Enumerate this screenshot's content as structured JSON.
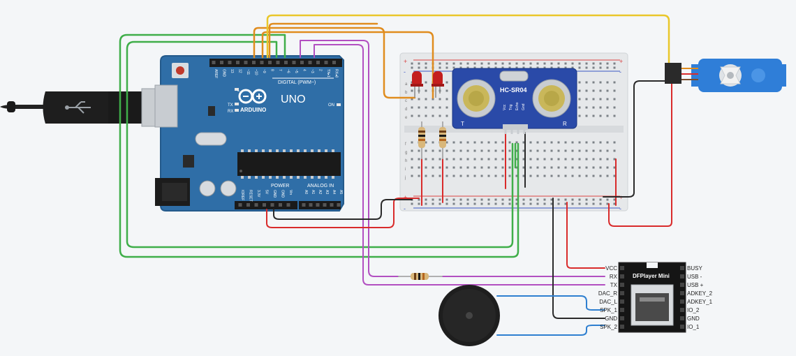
{
  "arduino": {
    "brand_wordmark": "ARDUINO",
    "model": "UNO",
    "digital_header": "DIGITAL (PWM~)",
    "digital_pins": [
      "AREF",
      "GND",
      "13",
      "12",
      "~11",
      "~10",
      "~9",
      "8",
      "7",
      "~6",
      "~5",
      "4",
      "~3",
      "2",
      "TX▸1",
      "RX◂0"
    ],
    "tx_label": "TX",
    "rx_label": "RX",
    "l_label": "L",
    "on_label": "ON",
    "power_header": "POWER",
    "analog_header": "ANALOG IN",
    "power_pins": [
      "IOREF",
      "RESET",
      "3.3V",
      "5V",
      "GND",
      "GND",
      "Vin"
    ],
    "analog_pins": [
      "A0",
      "A1",
      "A2",
      "A3",
      "A4",
      "A5"
    ]
  },
  "sensor": {
    "model": "HC-SR04",
    "pins": [
      "Vcc",
      "Trig",
      "Echo",
      "Gnd"
    ],
    "left_mark": "T",
    "right_mark": "R"
  },
  "breadboard": {
    "plus": "+",
    "minus": "-",
    "row_letters_top": [
      "a",
      "b",
      "c",
      "d",
      "e"
    ],
    "row_letters_bottom": [
      "f",
      "g",
      "h",
      "i",
      "j"
    ]
  },
  "dfplayer": {
    "title": "DFPlayer Mini",
    "left_pins": [
      "VCC",
      "RX",
      "TX",
      "DAC_R",
      "DAC_L",
      "SPK_1",
      "GND",
      "SPK_2"
    ],
    "right_pins": [
      "BUSY",
      "USB -",
      "USB +",
      "ADKEY_2",
      "ADKEY_1",
      "IO_2",
      "GND",
      "IO_1"
    ]
  },
  "colors": {
    "board": "#2f6ea7",
    "wire_green": "#3fae49",
    "wire_orange": "#e08c1e",
    "wire_yellow": "#e9c72a",
    "wire_magenta": "#b24fc1",
    "wire_red": "#d92b2b",
    "wire_black": "#2a2a2a",
    "wire_blue": "#2e7fd0",
    "led": "#c41e1e",
    "servo": "#2f7ed8"
  },
  "icons": [
    "usb-cable-icon",
    "servo-motor-icon",
    "piezo-speaker-icon",
    "sd-card-slot-icon",
    "resistor-icon",
    "led-icon"
  ]
}
